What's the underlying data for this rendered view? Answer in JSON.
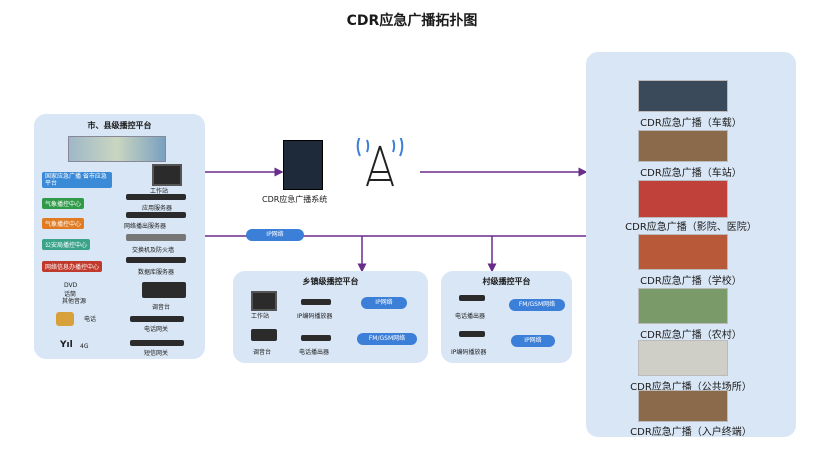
{
  "title": "CDR应急广播拓扑图",
  "left_panel": {
    "title": "市、县级播控平台",
    "tags": [
      {
        "text": "国家应急广播 省市应急平台",
        "color": "#3b8ad8"
      },
      {
        "text": "气象播控中心",
        "color": "#2f9a48"
      },
      {
        "text": "气象播控中心",
        "color": "#e07b21"
      },
      {
        "text": "公安局播控中心",
        "color": "#3aa38a"
      },
      {
        "text": "网络信息办播控中心",
        "color": "#c0392b"
      }
    ],
    "devices": [
      "工作站",
      "应用服务器",
      "网络播出服务器",
      "交换机及防火墙",
      "数据库服务器"
    ],
    "inputs": [
      "DVD",
      "话筒",
      "其他音源"
    ],
    "mic_label": "电话",
    "signal_label": "4G",
    "bottom_devices": [
      "调音台",
      "电话网关",
      "短信网关"
    ]
  },
  "center": {
    "system_label": "CDR应急广播系统",
    "network_label": "IP网络"
  },
  "town_panel": {
    "title": "乡镇级播控平台",
    "labels": [
      "工作站",
      "IP编码播放器",
      "调音台",
      "电话播出器"
    ],
    "clouds": [
      "IP网络",
      "FM/GSM网络"
    ]
  },
  "village_panel": {
    "title": "村级播控平台",
    "labels": [
      "电话播出器",
      "IP编码播放器"
    ],
    "clouds": [
      "FM/GSM网络",
      "IP网络"
    ]
  },
  "right_panel": {
    "items": [
      {
        "caption": "CDR应急广播（车载）",
        "scene_color": "#3a4a5a"
      },
      {
        "caption": "CDR应急广播（车站）",
        "scene_color": "#8a6a4a"
      },
      {
        "caption": "CDR应急广播（影院、医院）",
        "scene_color": "#c0403a"
      },
      {
        "caption": "CDR应急广播（学校）",
        "scene_color": "#b85a3a"
      },
      {
        "caption": "CDR应急广播（农村）",
        "scene_color": "#7a9a6a"
      },
      {
        "caption": "CDR应急广播（公共场所）",
        "scene_color": "#cfcfc8"
      },
      {
        "caption": "CDR应急广播（入户终端）",
        "scene_color": "#8a6a4a"
      }
    ]
  },
  "colors": {
    "line": "#6a2c8a",
    "panel": "#d9e6f5",
    "cloud": "#3b7fd8"
  }
}
